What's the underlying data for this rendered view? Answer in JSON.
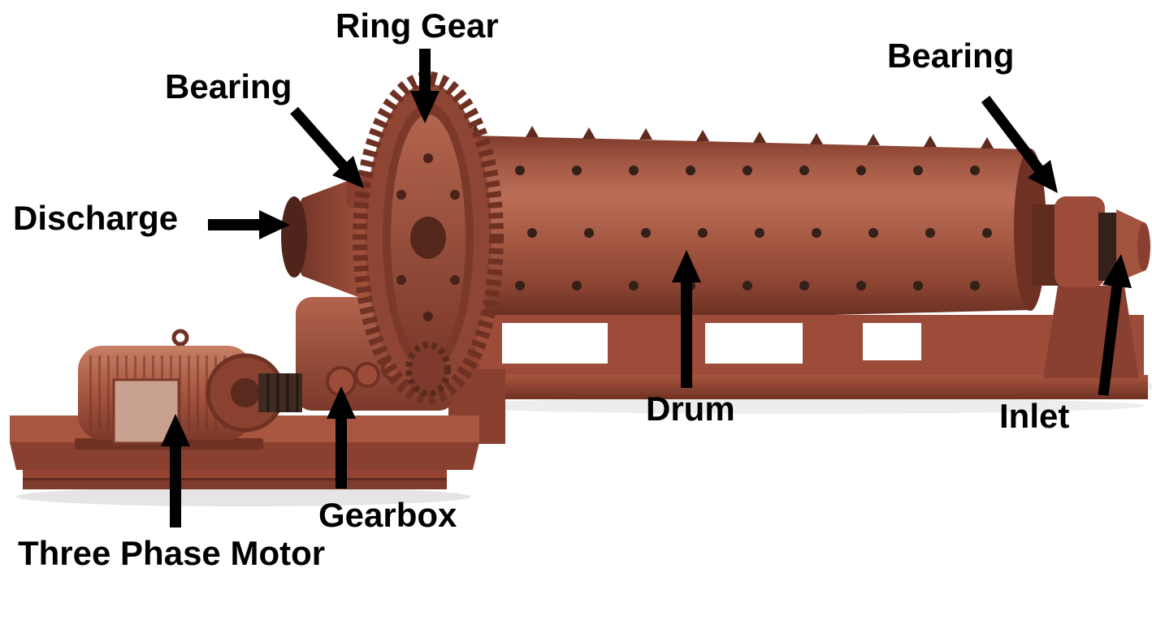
{
  "colors": {
    "background": "#ffffff",
    "machine": "#a8563f",
    "machine_dark": "#6f3123",
    "machine_light": "#c07a62",
    "label_text": "#000000",
    "arrow": "#000000"
  },
  "labels": [
    {
      "id": "ring-gear",
      "text": "Ring Gear"
    },
    {
      "id": "bearing-left",
      "text": "Bearing"
    },
    {
      "id": "bearing-right",
      "text": "Bearing"
    },
    {
      "id": "discharge",
      "text": "Discharge"
    },
    {
      "id": "drum",
      "text": "Drum"
    },
    {
      "id": "inlet",
      "text": "Inlet"
    },
    {
      "id": "gearbox",
      "text": "Gearbox"
    },
    {
      "id": "three-phase-motor",
      "text": "Three Phase Motor"
    }
  ]
}
